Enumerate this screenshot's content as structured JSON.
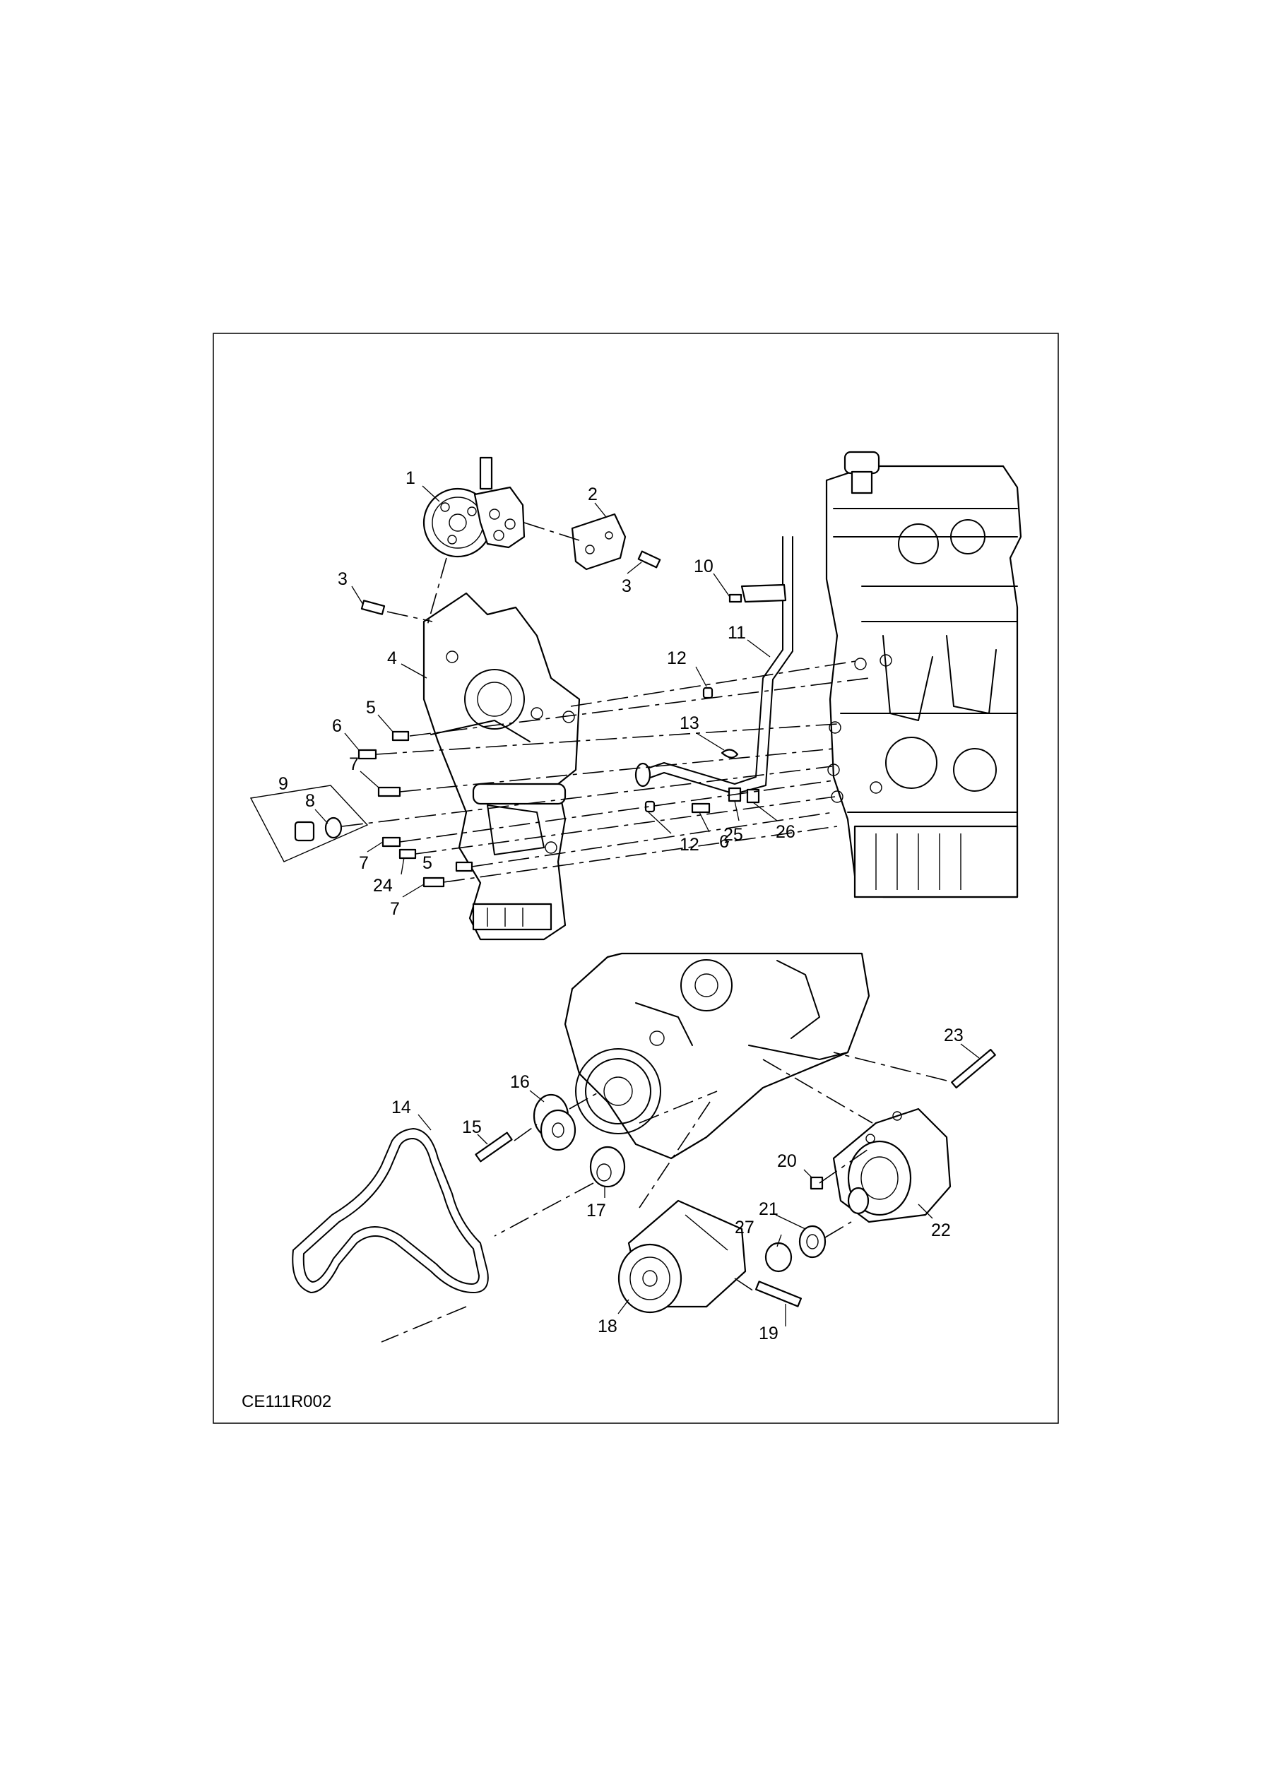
{
  "figure_reference": "CE111R002",
  "callouts": [
    {
      "id": "1",
      "text": "1"
    },
    {
      "id": "2",
      "text": "2"
    },
    {
      "id": "3a",
      "text": "3"
    },
    {
      "id": "3b",
      "text": "3"
    },
    {
      "id": "4",
      "text": "4"
    },
    {
      "id": "5a",
      "text": "5"
    },
    {
      "id": "5b",
      "text": "5"
    },
    {
      "id": "6a",
      "text": "6"
    },
    {
      "id": "6b",
      "text": "6"
    },
    {
      "id": "7a",
      "text": "7"
    },
    {
      "id": "7b",
      "text": "7"
    },
    {
      "id": "7c",
      "text": "7"
    },
    {
      "id": "8",
      "text": "8"
    },
    {
      "id": "9",
      "text": "9"
    },
    {
      "id": "10",
      "text": "10"
    },
    {
      "id": "11",
      "text": "11"
    },
    {
      "id": "12a",
      "text": "12"
    },
    {
      "id": "12b",
      "text": "12"
    },
    {
      "id": "13",
      "text": "13"
    },
    {
      "id": "14",
      "text": "14"
    },
    {
      "id": "15",
      "text": "15"
    },
    {
      "id": "16",
      "text": "16"
    },
    {
      "id": "17",
      "text": "17"
    },
    {
      "id": "18",
      "text": "18"
    },
    {
      "id": "19",
      "text": "19"
    },
    {
      "id": "20",
      "text": "20"
    },
    {
      "id": "21",
      "text": "21"
    },
    {
      "id": "22",
      "text": "22"
    },
    {
      "id": "23",
      "text": "23"
    },
    {
      "id": "24",
      "text": "24"
    },
    {
      "id": "25",
      "text": "25"
    },
    {
      "id": "26",
      "text": "26"
    },
    {
      "id": "27",
      "text": "27"
    }
  ]
}
